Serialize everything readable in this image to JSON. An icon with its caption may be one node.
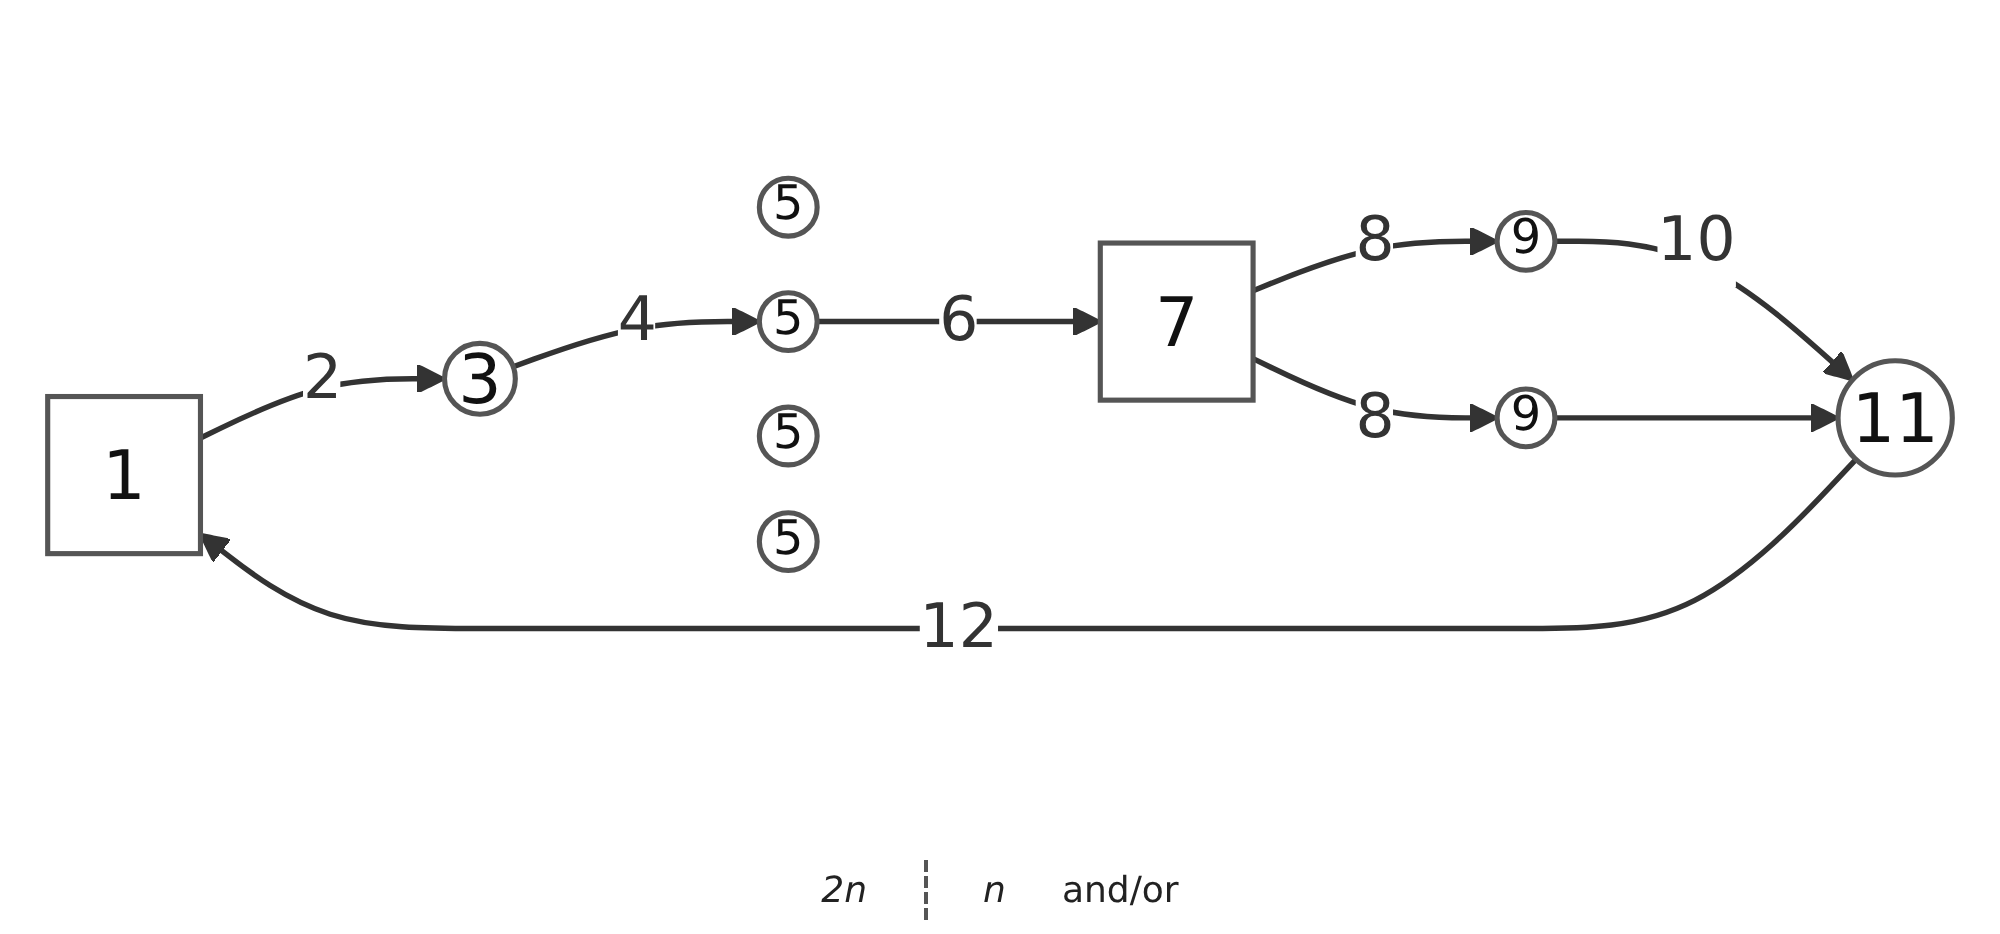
{
  "diagram": {
    "nodes": [
      {
        "text": [
          "1"
        ]
      },
      {
        "text": [
          "3"
        ]
      },
      {
        "text": [
          "5"
        ]
      },
      {
        "text": [
          "5"
        ]
      },
      {
        "text": [
          "5"
        ]
      },
      {
        "text": [
          "5"
        ]
      },
      {
        "text": [
          "7"
        ]
      },
      {
        "text": [
          "9"
        ]
      },
      {
        "text": [
          "9"
        ]
      },
      {
        "text": [
          "11"
        ]
      }
    ],
    "edges": [
      {
        "from": 0,
        "to": 1,
        "label": "2",
        "arrow": "to"
      },
      {
        "from": 1,
        "to": 3,
        "label": "4",
        "arrow": "to"
      },
      {
        "from": 3,
        "to": 6,
        "label": "6",
        "arrow": "to"
      },
      {
        "from": 6,
        "to": 7,
        "label": "8",
        "arrow": "to"
      },
      {
        "from": 6,
        "to": 8,
        "label": "8",
        "arrow": "to"
      },
      {
        "from": 7,
        "to": 9,
        "label": "10",
        "arrow": "to"
      },
      {
        "from": 8,
        "to": 9,
        "arrow": "to"
      },
      {
        "from": 9,
        "to": 0,
        "label": "12",
        "arrow": "to"
      }
    ],
    "labels": [
      "2n",
      "n",
      "and/or"
    ]
  }
}
